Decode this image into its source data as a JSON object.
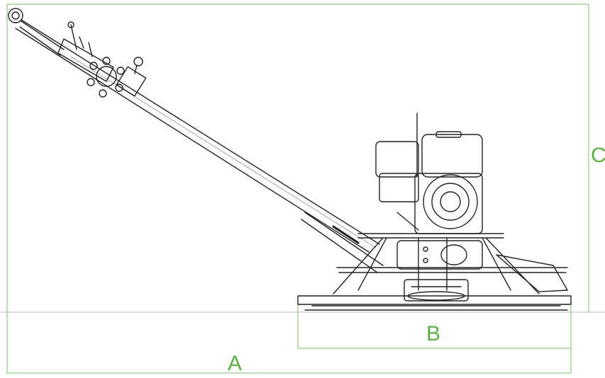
{
  "dimensions": {
    "a": {
      "label": "A"
    },
    "b": {
      "label": "B"
    },
    "c": {
      "label": "C"
    }
  },
  "colors": {
    "dimension_lines": "#7dbf6a",
    "labels": "#5cae45",
    "machine_line": "#222222",
    "baseline": "#bbbbbb"
  },
  "subject_icon": "power-trowel-side-view-icon"
}
